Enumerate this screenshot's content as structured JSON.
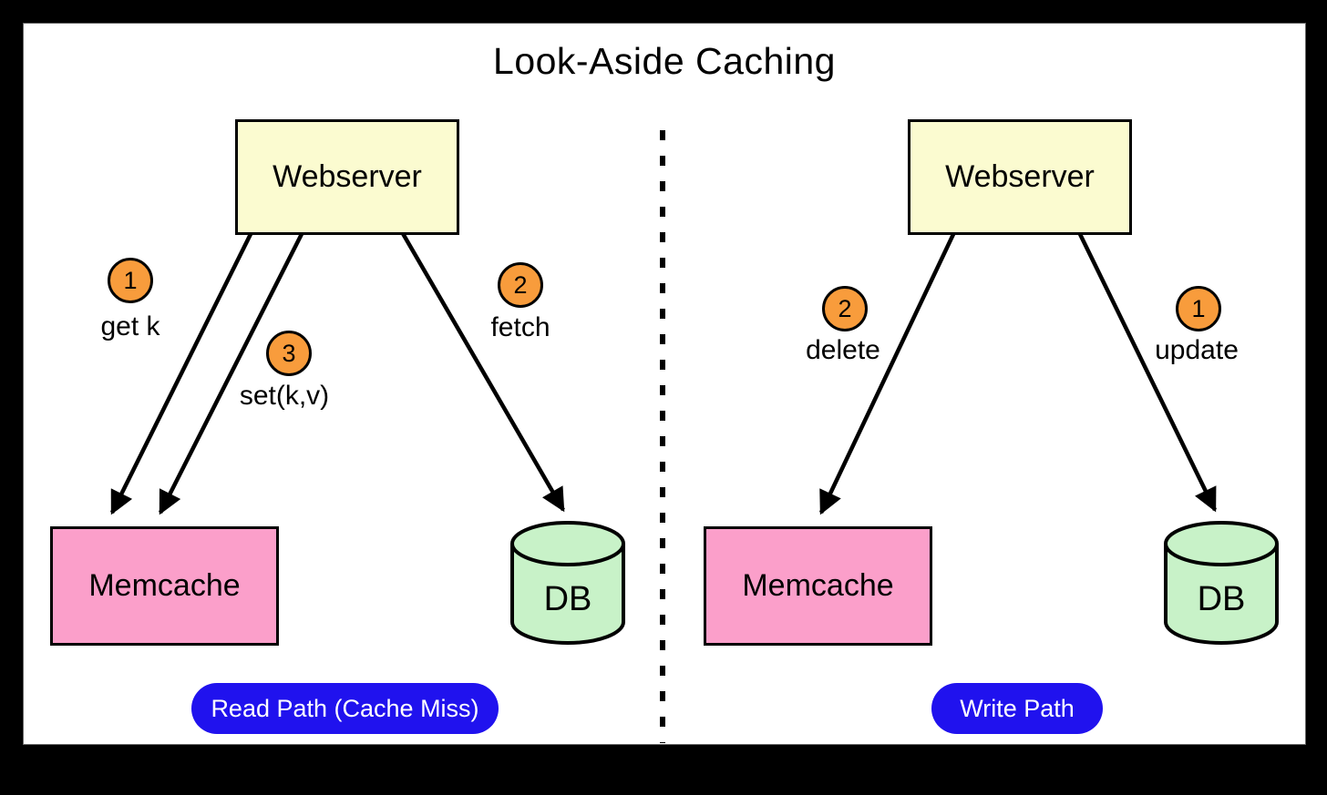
{
  "title": "Look-Aside Caching",
  "colors": {
    "webserver_fill": "#FBFBD0",
    "memcache_fill": "#FB9FCA",
    "db_fill": "#C8F2C8",
    "step_circle_fill": "#F89C3C",
    "caption_pill_fill": "#2012EE",
    "line_color": "#000000",
    "canvas_bg": "#FFFFFF",
    "frame_bg": "#000000"
  },
  "left_panel": {
    "webserver_label": "Webserver",
    "memcache_label": "Memcache",
    "db_label": "DB",
    "steps": [
      {
        "num": "1",
        "label": "get k"
      },
      {
        "num": "3",
        "label": "set(k,v)"
      },
      {
        "num": "2",
        "label": "fetch"
      }
    ],
    "caption": "Read Path (Cache Miss)"
  },
  "right_panel": {
    "webserver_label": "Webserver",
    "memcache_label": "Memcache",
    "db_label": "DB",
    "steps": [
      {
        "num": "2",
        "label": "delete"
      },
      {
        "num": "1",
        "label": "update"
      }
    ],
    "caption": "Write Path"
  }
}
